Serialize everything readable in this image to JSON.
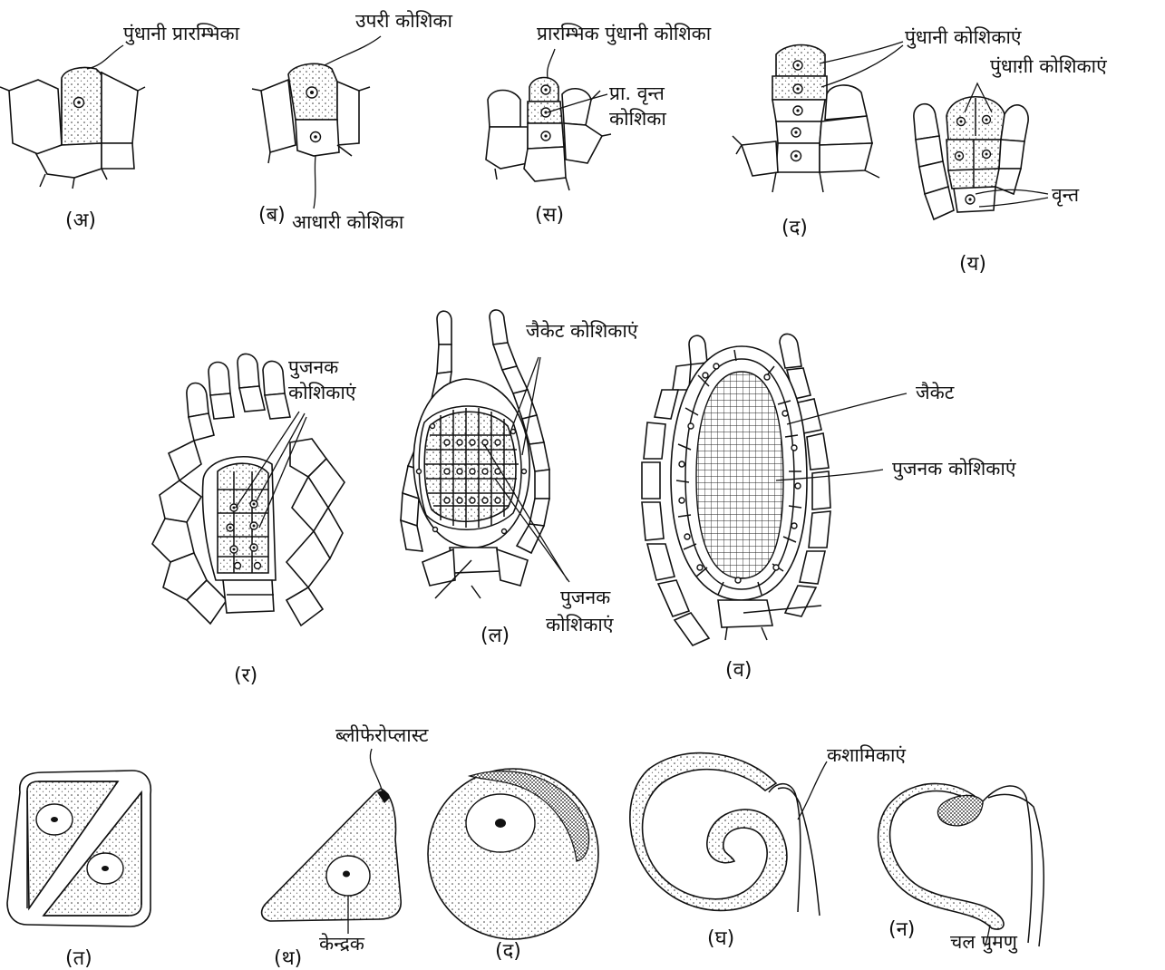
{
  "labels": {
    "a_antheridial_initial": "पुंधानी प्रारम्भिका",
    "b_outer_cell": "उपरी कोशिका",
    "b_basal_cell": "आधारी कोशिका",
    "c_primary_antheridial_cell": "प्रारम्भिक पुंधानी कोशिका",
    "c_primary_stalk_cell_1": "प्रा. वृन्त",
    "c_primary_stalk_cell_2": "कोशिका",
    "d_antheridial_cells": "पुंधानी कोशिकाएं",
    "e_antheridial_cells": "पुंधाग़ी कोशिकाएं",
    "e_stalk": "वृन्त",
    "f_androcytes_1": "पुजनक",
    "f_androcytes_2": "कोशिकाएं",
    "g_jacket_cells": "जैकेट कोशिकाएं",
    "g_androcytes_1": "पुजनक",
    "g_androcytes_2": "कोशिकाएं",
    "h_jacket": "जैकेट",
    "h_androcytes": "पुजनक कोशिकाएं",
    "j_blepharoplast": "ब्लीफेरोप्लास्ट",
    "k_nucleus": "केन्द्रक",
    "m_flagella": "कशामिकाएं",
    "n_antherozoid": "चल पुमणु"
  },
  "figure_letters": {
    "a": "(अ)",
    "b": "(ब)",
    "c": "(स)",
    "d": "(द)",
    "e": "(य)",
    "f": "(र)",
    "g": "(ल)",
    "h": "(व)",
    "j": "(त)",
    "k": "(थ)",
    "l": "(द)",
    "m": "(घ)",
    "n": "(न)"
  }
}
